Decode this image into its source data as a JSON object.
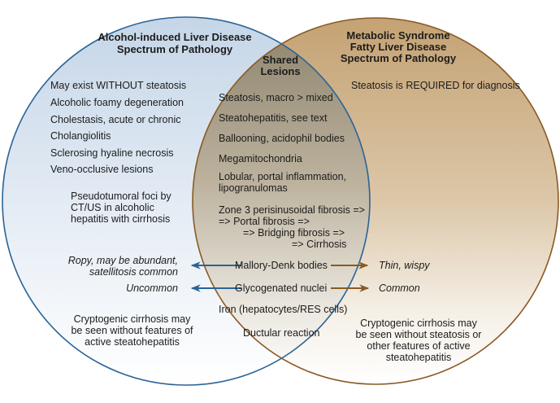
{
  "colors": {
    "alcohol_circle_stroke": "#2a6496",
    "metabolic_circle_stroke": "#8a5a24",
    "alcohol_fill_top": "#c9d9ea",
    "alcohol_fill_bottom": "#ffffff",
    "metabolic_fill_top": "#c8a77a",
    "metabolic_fill_bottom": "#ffffff",
    "shared_fill_top": "#8f8670",
    "blue_arrow": "#2a6496",
    "brown_arrow": "#8a5a24"
  },
  "alcohol": {
    "title_line1": "Alcohol-induced Liver Disease",
    "title_line2": "Spectrum of Pathology",
    "items": [
      "May exist WITHOUT steatosis",
      "Alcoholic foamy degeneration",
      "Cholestasis, acute or chronic",
      "Cholangiolitis",
      "Sclerosing hyaline necrosis",
      "Veno-occlusive lesions"
    ],
    "pseudotumoral": [
      "Pseudotumoral foci by",
      "CT/US in alcoholic",
      "hepatitis with cirrhosis"
    ],
    "mallory_desc": [
      "Ropy, may be abundant,",
      "satellitosis common"
    ],
    "glycogen_desc": "Uncommon",
    "cryptogenic": [
      "Cryptogenic cirrhosis may",
      "be seen without features of",
      "active steatohepatitis"
    ]
  },
  "metabolic": {
    "title_line1": "Metabolic Syndrome",
    "title_line2": "Fatty Liver Disease",
    "title_line3": "Spectrum of Pathology",
    "requirement": "Steatosis is REQUIRED for diagnosis",
    "mallory_desc": "Thin, wispy",
    "glycogen_desc": "Common",
    "cryptogenic": [
      "Cryptogenic cirrhosis may",
      "be seen without steatosis or",
      "other features of active",
      "steatohepatitis"
    ]
  },
  "shared": {
    "title_line1": "Shared",
    "title_line2": "Lesions",
    "items": [
      "Steatosis, macro > mixed",
      "Steatohepatitis, see text",
      "Ballooning, acidophil bodies",
      "Megamitochondria"
    ],
    "lobular": [
      "Lobular, portal inflammation,",
      "lipogranulomas"
    ],
    "fibrosis": [
      "Zone 3 perisinusoidal fibrosis =>",
      "=> Portal fibrosis =>",
      "=> Bridging fibrosis =>",
      "=> Cirrhosis"
    ],
    "mallory": "Mallory-Denk bodies",
    "glycogen": "Glycogenated nuclei",
    "iron": "Iron (hepatocytes/RES cells)",
    "ductular": "Ductular reaction"
  }
}
